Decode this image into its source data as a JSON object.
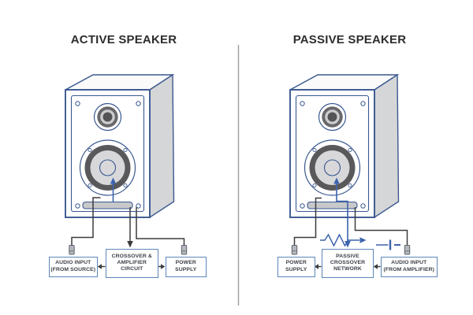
{
  "left_panel": {
    "title": "ACTIVE SPEAKER",
    "boxes": {
      "audio_input": {
        "line1": "AUDIO INPUT",
        "line2": "(FROM SOURCE)"
      },
      "crossover_amp": {
        "line1": "CROSSOVER &",
        "line2": "AMPLIFIER",
        "line3": "CIRCUIT"
      },
      "power_supply": {
        "line1": "POWER",
        "line2": "SUPPLY"
      }
    }
  },
  "right_panel": {
    "title": "PASSIVE SPEAKER",
    "boxes": {
      "power_supply": {
        "line1": "POWER",
        "line2": "SUPPLY"
      },
      "passive_crossover": {
        "line1": "PASSIVE",
        "line2": "CROSSOVER",
        "line3": "NETWORK"
      },
      "audio_input": {
        "line1": "AUDIO INPUT",
        "line2": "(FROM AMPLIFIER)"
      }
    }
  },
  "icons": {
    "jack_plug": "audio-jack-connector",
    "inductor": "inductor-zigzag-symbol",
    "capacitor": "capacitor-symbol",
    "up_arrow": "signal-to-driver-arrow",
    "down_arrow": "signal-to-box-arrow"
  },
  "colors": {
    "speaker_outline": "#3a5890",
    "box_border": "#5d86b8",
    "box_text": "#3a3f47",
    "title_text": "#2d2d2d",
    "wire_black": "#3c3c3e",
    "signal_blue": "#3c63ad",
    "speaker_side": "#d5d6d8",
    "driver_ring": "#59595b",
    "driver_cone": "#d8d8da",
    "divider": "#9b9b9d"
  }
}
